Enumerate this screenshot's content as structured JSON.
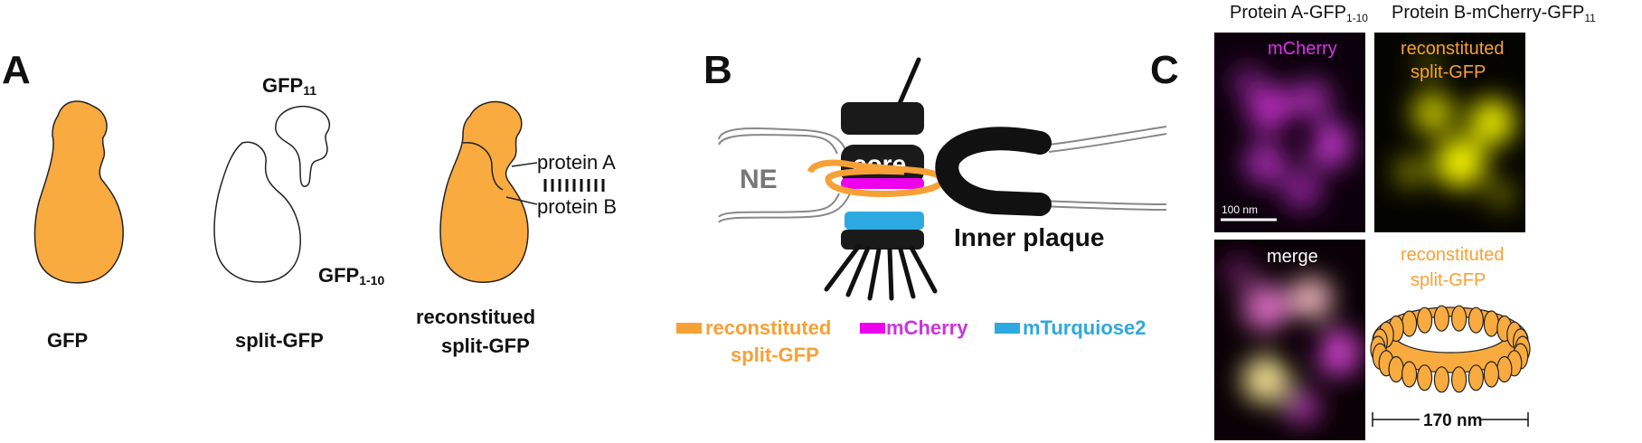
{
  "panel_a": {
    "letter": "A",
    "gfp_caption": "GFP",
    "gfp11_main": "GFP",
    "gfp11_sub": "11",
    "gfp110_main": "GFP",
    "gfp110_sub": "1-10",
    "split_caption": "split-GFP",
    "recon_caption_line1": "reconstitued",
    "recon_caption_line2": "split-GFP",
    "protein_a_label": "protein A",
    "protein_b_label": "protein B",
    "gfp_color": "#f9ab3f"
  },
  "panel_b": {
    "letter": "B",
    "ne_label": "NE",
    "core_label": "core",
    "inner_plaque_label": "Inner plaque",
    "legend": [
      {
        "line1": "reconstituted",
        "line2": "split-GFP",
        "color": "#f7a035",
        "text_color": "#f7a035"
      },
      {
        "line1": "mCherry",
        "line2": "",
        "color": "#ee00ee",
        "text_color": "#cc33dd"
      },
      {
        "line1": "mTurquiose2",
        "line2": "",
        "color": "#2ea8e0",
        "text_color": "#2ea8e0"
      }
    ]
  },
  "panel_c": {
    "letter": "C",
    "col1_main": "Protein A-GFP",
    "col1_sub": "1-10",
    "col2_main": "Protein B-mCherry-GFP",
    "col2_sub": "11",
    "mcherry_label": "mCherry",
    "recon_line1": "reconstituted",
    "recon_line2": "split-GFP",
    "merge_label": "merge",
    "ring_label_line1": "reconstituted",
    "ring_label_line2": "split-GFP",
    "scalebar_label": "100 nm",
    "ring_size_label": "170 nm",
    "colors": {
      "magenta_text": "#dd33ee",
      "orange_text": "#f9a030",
      "white_text": "#ffffff"
    }
  }
}
